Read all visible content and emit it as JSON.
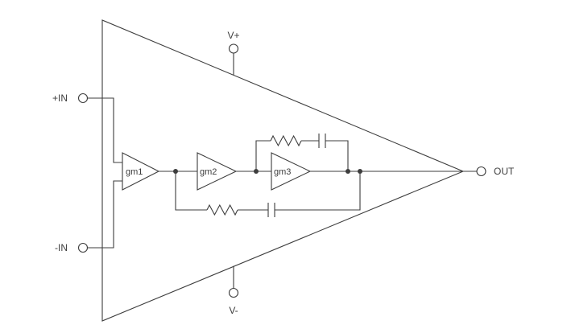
{
  "diagram": {
    "terminals": {
      "in_pos": "+IN",
      "in_neg": "-IN",
      "v_pos": "V+",
      "v_neg": "V-",
      "out": "OUT"
    },
    "amplifiers": {
      "gm1": "gm1",
      "gm2": "gm2",
      "gm3": "gm3"
    },
    "colors": {
      "line": "#3d3d3d",
      "background": "#ffffff"
    }
  }
}
